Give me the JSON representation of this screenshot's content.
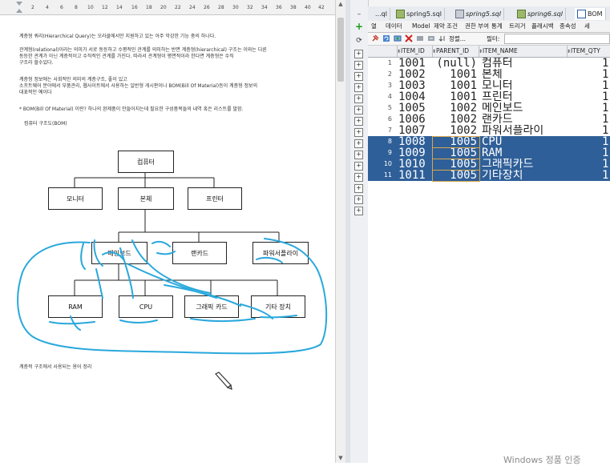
{
  "document": {
    "ruler_ticks": [
      "2",
      "4",
      "6",
      "8",
      "10",
      "12",
      "14",
      "16",
      "18",
      "20",
      "22",
      "24",
      "26",
      "28",
      "30",
      "32",
      "34",
      "36",
      "38",
      "40",
      "42"
    ],
    "paragraphs": [
      "계층형 쿼리(Hierarchical Query)는 오라클에서만 지원하고 있는 아주 막강한 기능 중의 하나다.",
      "관계형(relational)이라는 의미가 서로 동등하고 수평적인 관계를 의미하는 반면 계층형(hierarchical) 구조는 이와는 다른",
      "동등한 관계가 아닌 계층적이고 수직적인 관계를 가진다. 따라서 관계형이 평면적이라 한다면 계층형은 수직",
      "구조라 할수있다.",
      "계층형 정보에는 사회적인 의미의 계층구조, 좋이 있고",
      "소프트웨어 분야에서 부품관리, 웹사이트에서 사용하는 일반형 게시판이나 BOM(Bill Of Material)등이 계층형 정보의",
      "대표적인 예이다",
      "* BOM(Bill Of Material) 이란? 하나의 완제품이 만들어지는데 필요한 구성품목들의 내역 혹은 리스트를 말함.",
      "컴퓨터 구조도(BOM)",
      "계층적 구조에서 사용되는 용어 정리"
    ],
    "tree_nodes": {
      "root": "컴퓨터",
      "monitor": "모니터",
      "body": "본체",
      "printer": "프린터",
      "mainboard": "메인보드",
      "lancard": "랜카드",
      "power": "파워서플라이",
      "ram": "RAM",
      "cpu": "CPU",
      "graphic": "그래픽 카드",
      "etc": "기타 장치"
    },
    "annotation_color": "#29a8dc"
  },
  "ide": {
    "tabs": [
      "...ql",
      "spring5.sql",
      "spring5.sql",
      "spring6.sql",
      "BOM"
    ],
    "subtabs": [
      "열",
      "데이터",
      "Model",
      "제약 조건",
      "권한 부여",
      "통계",
      "트리거",
      "플래시백",
      "종속성",
      "세"
    ],
    "toolbar": {
      "sql_label": "정렬...",
      "filter_label": "필터:"
    },
    "columns": [
      "ITEM_ID",
      "PARENT_ID",
      "ITEM_NAME",
      "ITEM_QTY"
    ],
    "rows": [
      {
        "n": "1",
        "id": "1001",
        "parent": "(null)",
        "name": "컴퓨터",
        "qty": "1"
      },
      {
        "n": "2",
        "id": "1002",
        "parent": "1001",
        "name": "본체",
        "qty": "1"
      },
      {
        "n": "3",
        "id": "1003",
        "parent": "1001",
        "name": "모니터",
        "qty": "1"
      },
      {
        "n": "4",
        "id": "1004",
        "parent": "1001",
        "name": "프린터",
        "qty": "1"
      },
      {
        "n": "5",
        "id": "1005",
        "parent": "1002",
        "name": "메인보드",
        "qty": "1"
      },
      {
        "n": "6",
        "id": "1006",
        "parent": "1002",
        "name": "랜카드",
        "qty": "1"
      },
      {
        "n": "7",
        "id": "1007",
        "parent": "1002",
        "name": "파워서플라이",
        "qty": "1"
      },
      {
        "n": "8",
        "id": "1008",
        "parent": "1005",
        "name": "CPU",
        "qty": "1"
      },
      {
        "n": "9",
        "id": "1009",
        "parent": "1005",
        "name": "RAM",
        "qty": "1"
      },
      {
        "n": "10",
        "id": "1010",
        "parent": "1005",
        "name": "그래픽카드",
        "qty": "1"
      },
      {
        "n": "11",
        "id": "1011",
        "parent": "1005",
        "name": "기타장치",
        "qty": "1"
      }
    ],
    "selected_rows": [
      8,
      9,
      10,
      11
    ],
    "selection_color": "#2f5f98"
  },
  "watermark": "Windows 정품 인증"
}
